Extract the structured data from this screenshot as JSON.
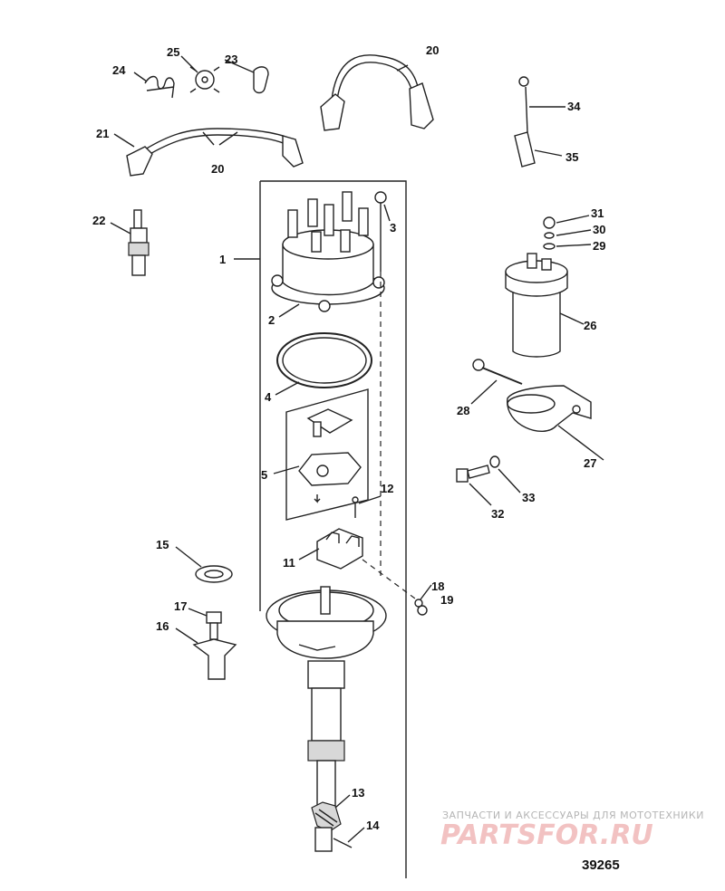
{
  "labels": {
    "p1": "1",
    "p2": "2",
    "p3": "3",
    "p4": "4",
    "p5": "5",
    "p11": "11",
    "p12": "12",
    "p13": "13",
    "p14": "14",
    "p15": "15",
    "p16": "16",
    "p17": "17",
    "p18": "18",
    "p19": "19",
    "p20a": "20",
    "p20b": "20",
    "p21": "21",
    "p22": "22",
    "p23": "23",
    "p24": "24",
    "p25": "25",
    "p26": "26",
    "p27": "27",
    "p28": "28",
    "p29": "29",
    "p30": "30",
    "p31": "31",
    "p32": "32",
    "p33": "33",
    "p34": "34",
    "p35": "35"
  },
  "watermark": {
    "caption": "ЗАПЧАСТИ И АКСЕССУАРЫ ДЛЯ МОТОТЕХНИКИ",
    "logo": "PARTSFOR.RU"
  },
  "figure_number": "39265"
}
